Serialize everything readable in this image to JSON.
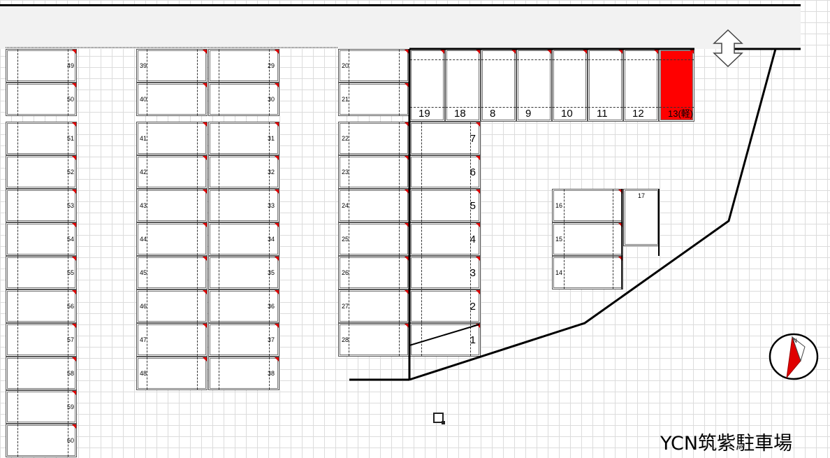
{
  "title": "YCN筑紫駐車場",
  "highlight_color": "#ff0000",
  "slots": {
    "col_a": [
      "49",
      "50",
      "51",
      "52",
      "53",
      "54",
      "55",
      "56",
      "57",
      "58",
      "59",
      "60"
    ],
    "col_b": [
      "39",
      "40",
      "41",
      "42",
      "43",
      "44",
      "45",
      "46",
      "47",
      "48"
    ],
    "col_c": [
      "29",
      "30",
      "31",
      "32",
      "33",
      "34",
      "35",
      "36",
      "37",
      "38"
    ],
    "col_d": [
      "20",
      "21",
      "22",
      "23",
      "24",
      "25",
      "26",
      "27",
      "28"
    ],
    "col_e": [
      "7",
      "6",
      "5",
      "4",
      "3",
      "2",
      "1"
    ],
    "top_row": [
      "19",
      "18",
      "8",
      "9",
      "10",
      "11",
      "12",
      "13(軽)"
    ],
    "right_group": [
      "16",
      "15",
      "14"
    ],
    "slot_17": "17"
  },
  "icons": {
    "entrance": "double-arrow-icon",
    "north": "north-compass-icon"
  }
}
